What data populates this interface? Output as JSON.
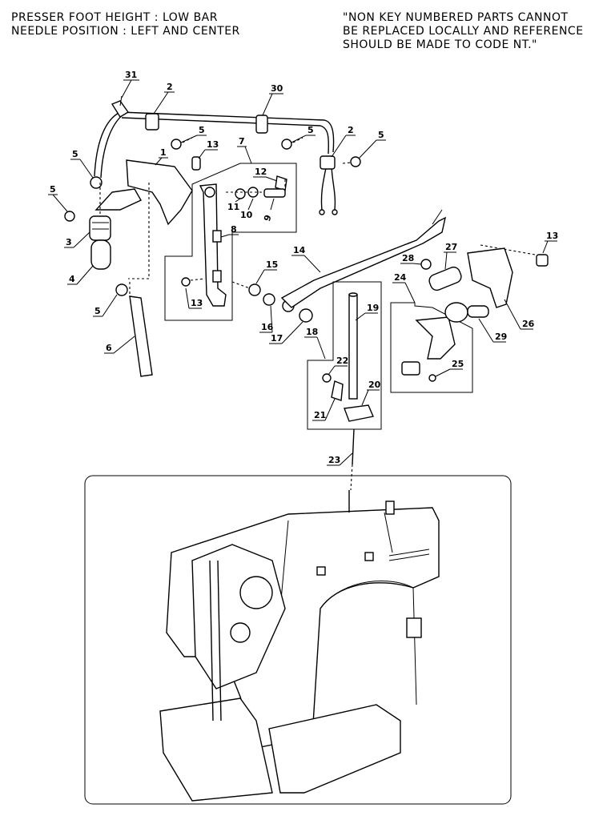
{
  "header_left": {
    "line1": "PRESSER FOOT HEIGHT : LOW BAR",
    "line2": "NEEDLE POSITION : LEFT AND CENTER"
  },
  "header_right": {
    "line1": "\"NON KEY NUMBERED PARTS CANNOT",
    "line2": "BE REPLACED LOCALLY AND REFERENCE",
    "line3": "SHOULD BE MADE TO CODE NT.\""
  },
  "part_labels": {
    "p1": "1",
    "p2a": "2",
    "p2b": "2",
    "p3": "3",
    "p4": "4",
    "p5a": "5",
    "p5b": "5",
    "p5c": "5",
    "p5d": "5",
    "p5e": "5",
    "p5f": "5",
    "p6": "6",
    "p7": "7",
    "p8": "8",
    "p9": "9",
    "p10": "10",
    "p11": "11",
    "p12": "12",
    "p13a": "13",
    "p13b": "13",
    "p13c": "13",
    "p14": "14",
    "p15": "15",
    "p16": "16",
    "p17": "17",
    "p18": "18",
    "p19": "19",
    "p20": "20",
    "p21": "21",
    "p22": "22",
    "p23": "23",
    "p24": "24",
    "p25": "25",
    "p26": "26",
    "p27": "27",
    "p28": "28",
    "p29": "29",
    "p30": "30",
    "p31": "31"
  }
}
